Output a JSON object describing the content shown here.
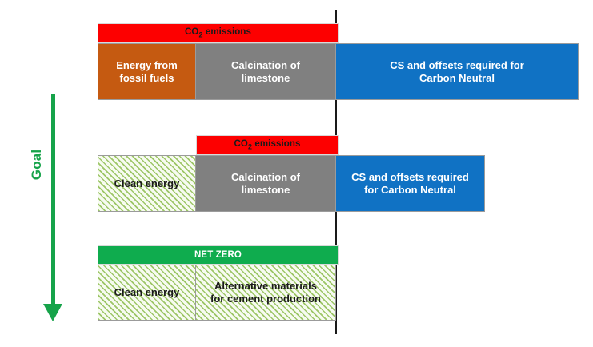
{
  "diagram": {
    "goal_axis": {
      "label": "Goal",
      "color": "#16a34a",
      "direction": "down"
    },
    "divider": {
      "name": "carbon-neutral-reference-line",
      "color": "#1a1a1a"
    },
    "colors": {
      "co2_band": "#fd0000",
      "net_zero_band": "#0fac4e",
      "fossil_energy": "#c55a11",
      "calcination": "#808080",
      "offsets": "#1072c4",
      "clean_energy_hatch": "#9dc667",
      "goal_arrow": "#16a34a"
    },
    "rows": [
      {
        "id": "current-practice",
        "band": {
          "label_prefix": "CO",
          "label_sub": "2",
          "label_suffix": " emissions",
          "style": "red"
        },
        "segments": [
          {
            "id": "energy-from-fossil-fuels",
            "label": "Energy from\nfossil fuels",
            "style": "orange"
          },
          {
            "id": "calcination-of-limestone",
            "label": "Calcination of\nlimestone",
            "style": "gray"
          },
          {
            "id": "cs-and-offsets",
            "label": "CS and offsets required for\nCarbon Neutral",
            "style": "blue"
          }
        ]
      },
      {
        "id": "clean-energy-scenario",
        "band": {
          "label_prefix": "CO",
          "label_sub": "2",
          "label_suffix": " emissions",
          "style": "red"
        },
        "segments": [
          {
            "id": "clean-energy",
            "label": "Clean energy",
            "style": "hatch"
          },
          {
            "id": "calcination-of-limestone",
            "label": "Calcination of\nlimestone",
            "style": "gray"
          },
          {
            "id": "cs-and-offsets",
            "label": "CS and offsets required\nfor Carbon Neutral",
            "style": "blue"
          }
        ]
      },
      {
        "id": "net-zero-scenario",
        "band": {
          "label_prefix": "NET ZERO",
          "label_sub": "",
          "label_suffix": "",
          "style": "green"
        },
        "segments": [
          {
            "id": "clean-energy",
            "label": "Clean energy",
            "style": "hatch"
          },
          {
            "id": "alternative-materials",
            "label": "Alternative materials\nfor cement production",
            "style": "hatch"
          }
        ]
      }
    ]
  },
  "text": {
    "goal": "Goal",
    "co2_prefix": "CO",
    "co2_sub": "2",
    "co2_suffix": " emissions",
    "net_zero": "NET ZERO",
    "energy_fossil_line1": "Energy from",
    "energy_fossil_line2": "fossil fuels",
    "calcination_line1": "Calcination of",
    "calcination_line2": "limestone",
    "offsets_r1_line1": "CS and offsets required for",
    "offsets_r1_line2": "Carbon Neutral",
    "offsets_r2_line1": "CS and offsets required",
    "offsets_r2_line2": "for Carbon Neutral",
    "clean_energy": "Clean energy",
    "alt_materials_line1": "Alternative materials",
    "alt_materials_line2": "for cement production"
  }
}
